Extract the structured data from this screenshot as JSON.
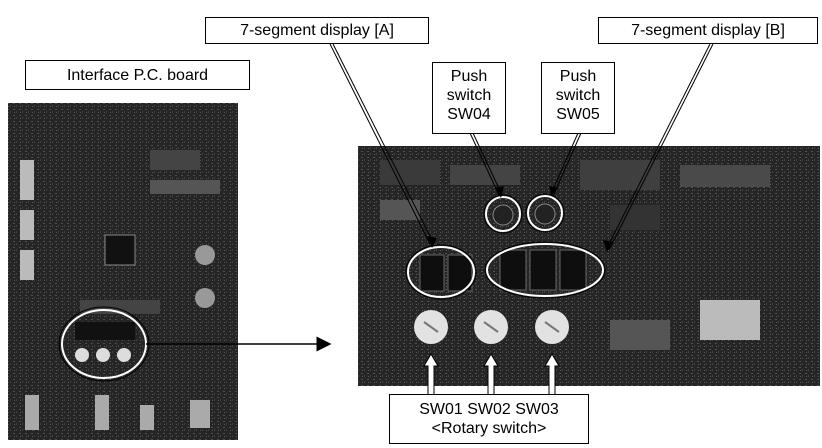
{
  "labels": {
    "board_title": "Interface P.C. board",
    "seg_a": "7-segment display [A]",
    "seg_b": "7-segment display [B]",
    "sw04": [
      "Push",
      "switch",
      "SW04"
    ],
    "sw05": [
      "Push",
      "switch",
      "SW05"
    ],
    "rotary": [
      "SW01 SW02 SW03",
      "<Rotary switch>"
    ]
  },
  "colors": {
    "board_dark": "#1e1e1e",
    "board_mid": "#4a4a4a",
    "component_light": "#d8d8d8",
    "line": "#000000"
  }
}
